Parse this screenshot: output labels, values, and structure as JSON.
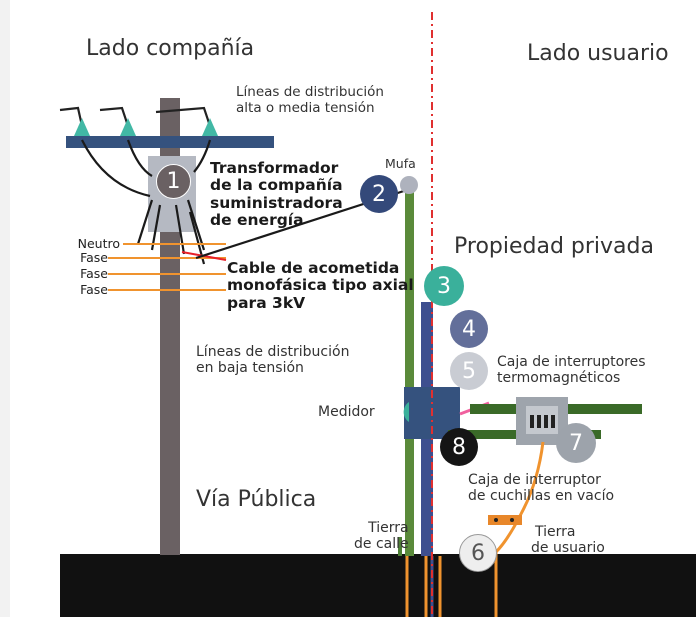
{
  "labels": {
    "lado_compania": "Lado compañía",
    "lado_usuario": "Lado usuario",
    "lineas_alta": [
      "Líneas de distribución",
      "alta o media tensión"
    ],
    "transformador": [
      "Transformador",
      "de la compañía",
      "suministradora",
      "de energía"
    ],
    "mufa": "Mufa",
    "propiedad_privada": "Propiedad privada",
    "neutro": "Neutro",
    "fase_1": "Fase",
    "fase_2": "Fase",
    "fase_3": "Fase",
    "cable_acometida": [
      "Cable de acometida",
      "monofásica tipo axial",
      "para 3kV"
    ],
    "lineas_baja": [
      "Líneas de distribución",
      "en baja tensión"
    ],
    "caja_termo": [
      "Caja de interruptores",
      "termomagnéticos"
    ],
    "medidor": "Medidor",
    "caja_cuchillas": [
      "Caja de interruptor",
      "de cuchillas en vacío"
    ],
    "via_publica": "Vía Pública",
    "tierra_calle": [
      "Tierra",
      "de calle"
    ],
    "tierra_usuario": [
      "Tierra",
      "de usuario"
    ]
  },
  "badges": [
    "1",
    "2",
    "3",
    "4",
    "5",
    "6",
    "7",
    "8"
  ],
  "colors": {
    "pole": "#6a6163",
    "crossarm": "#35527e",
    "insulator": "#42b8a5",
    "transformer": "#b5b9c2",
    "ground": "#111111",
    "green_conduit": "#5a8a3a",
    "blue_conduit": "#3e4f8f",
    "divider": "#e03030",
    "orange_wire": "#f0932e",
    "red_wire": "#e8202a",
    "badge_dark_blue": "#34497a",
    "badge_teal": "#3ab09b",
    "badge_slate": "#636f9a",
    "badge_light": "#c9ccd3",
    "badge_black": "#151515",
    "badge_gray": "#9da3ab",
    "badge_white": "#eeeeee"
  }
}
